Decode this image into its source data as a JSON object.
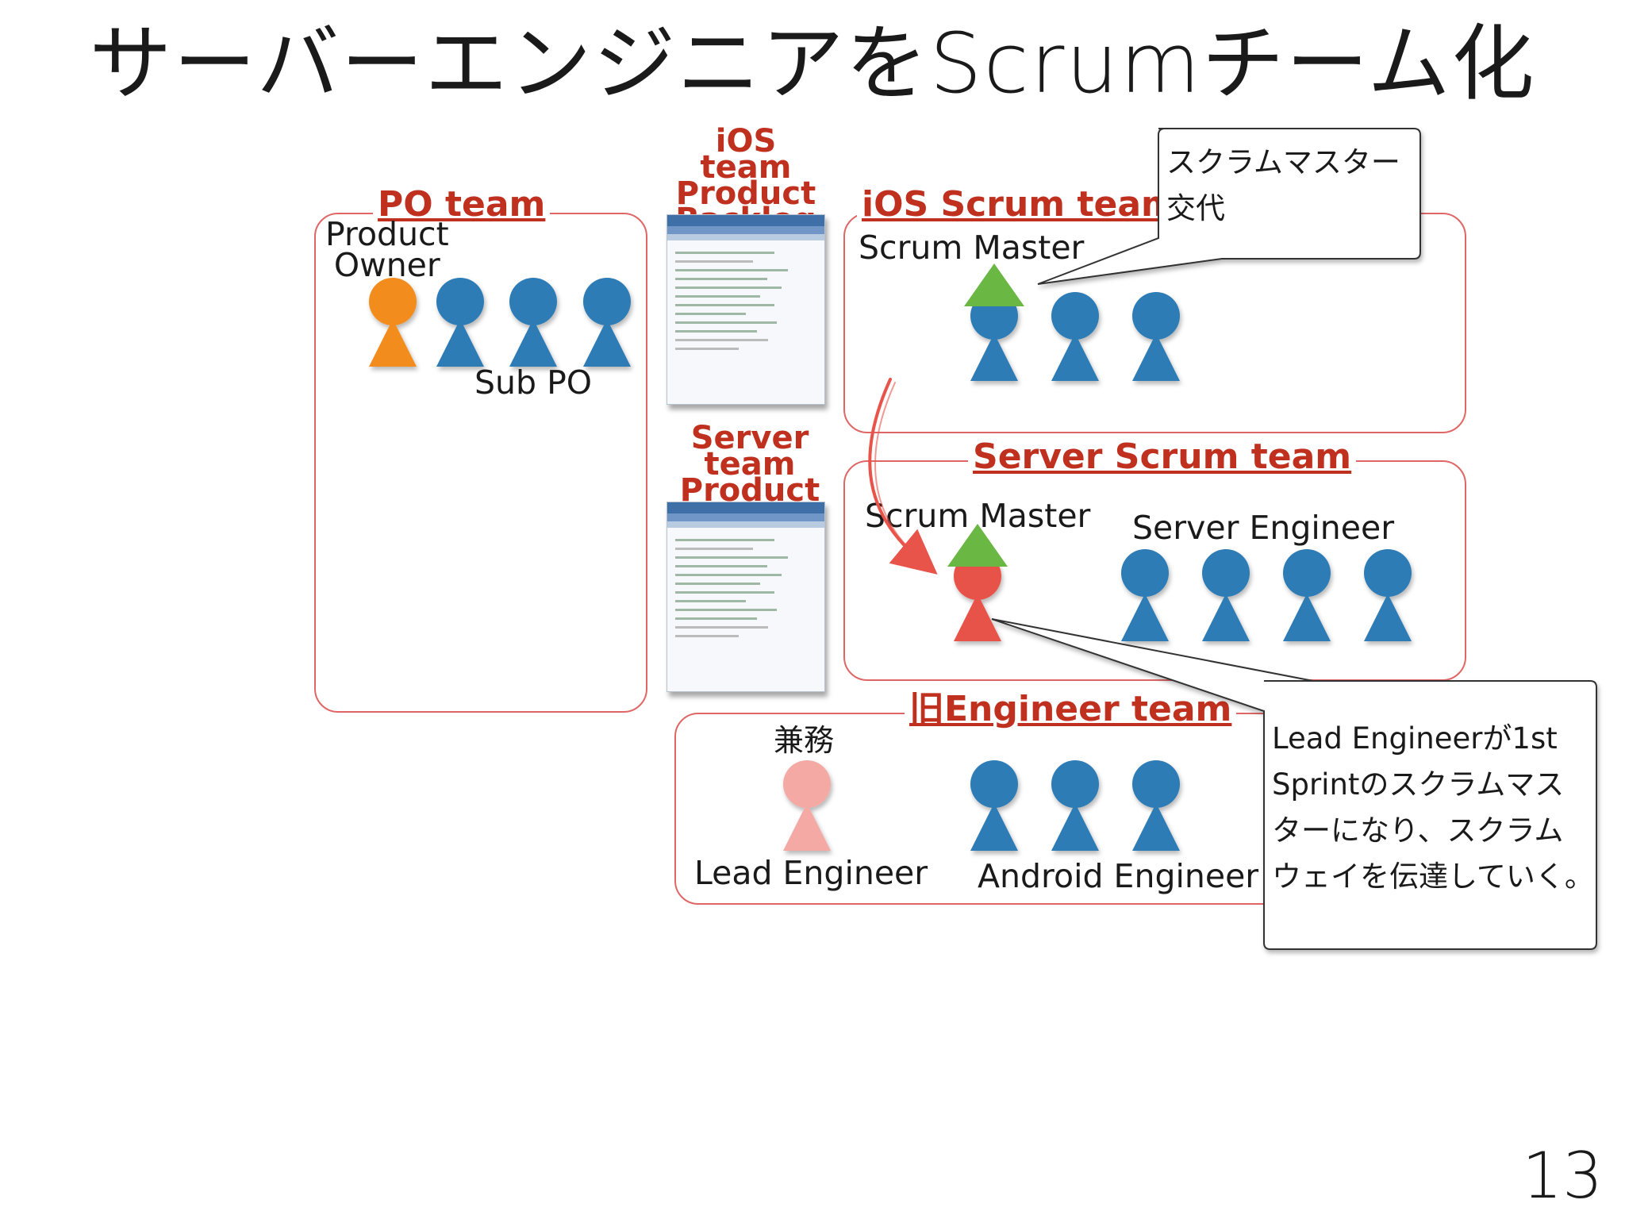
{
  "title": "サーバーエンジニアをScrumチーム化",
  "page_number": "13",
  "po_team": {
    "label": "PO team",
    "product_owner_label": "Product\nOwner",
    "sub_po_label": "Sub PO"
  },
  "ios_backlog": {
    "label": "iOS team\nProduct\nBacklog"
  },
  "server_backlog": {
    "label": "Server team\nProduct\nBacklog"
  },
  "ios_scrum_team": {
    "label": "iOS Scrum team",
    "scrum_master_label": "Scrum Master"
  },
  "server_scrum_team": {
    "label": "Server Scrum team",
    "scrum_master_label": "Scrum Master",
    "server_engineer_label": "Server Engineer"
  },
  "old_engineer_team": {
    "label": "旧Engineer team",
    "kenmu_label": "兼務",
    "lead_engineer_label": "Lead Engineer",
    "android_engineer_label": "Android Engineer"
  },
  "callout_top": {
    "lines": [
      "スクラムマスター",
      "交代"
    ]
  },
  "callout_bottom": {
    "lines": [
      "Lead Engineerが1st",
      "Sprintのスクラムマス",
      "ターになり、スクラム",
      "ウェイを伝達していく。"
    ]
  },
  "colors": {
    "accent_red": "#c0301f",
    "box_border": "#e06666",
    "person_blue": "#2e7bb5",
    "person_orange": "#f28c1e",
    "person_red": "#e8534a",
    "person_pink": "#f4a9a5",
    "hat_green": "#6ab744"
  },
  "icons": [
    "person-icon",
    "scrum-master-hat-icon",
    "transfer-arrow-icon",
    "backlog-screenshot-icon"
  ]
}
